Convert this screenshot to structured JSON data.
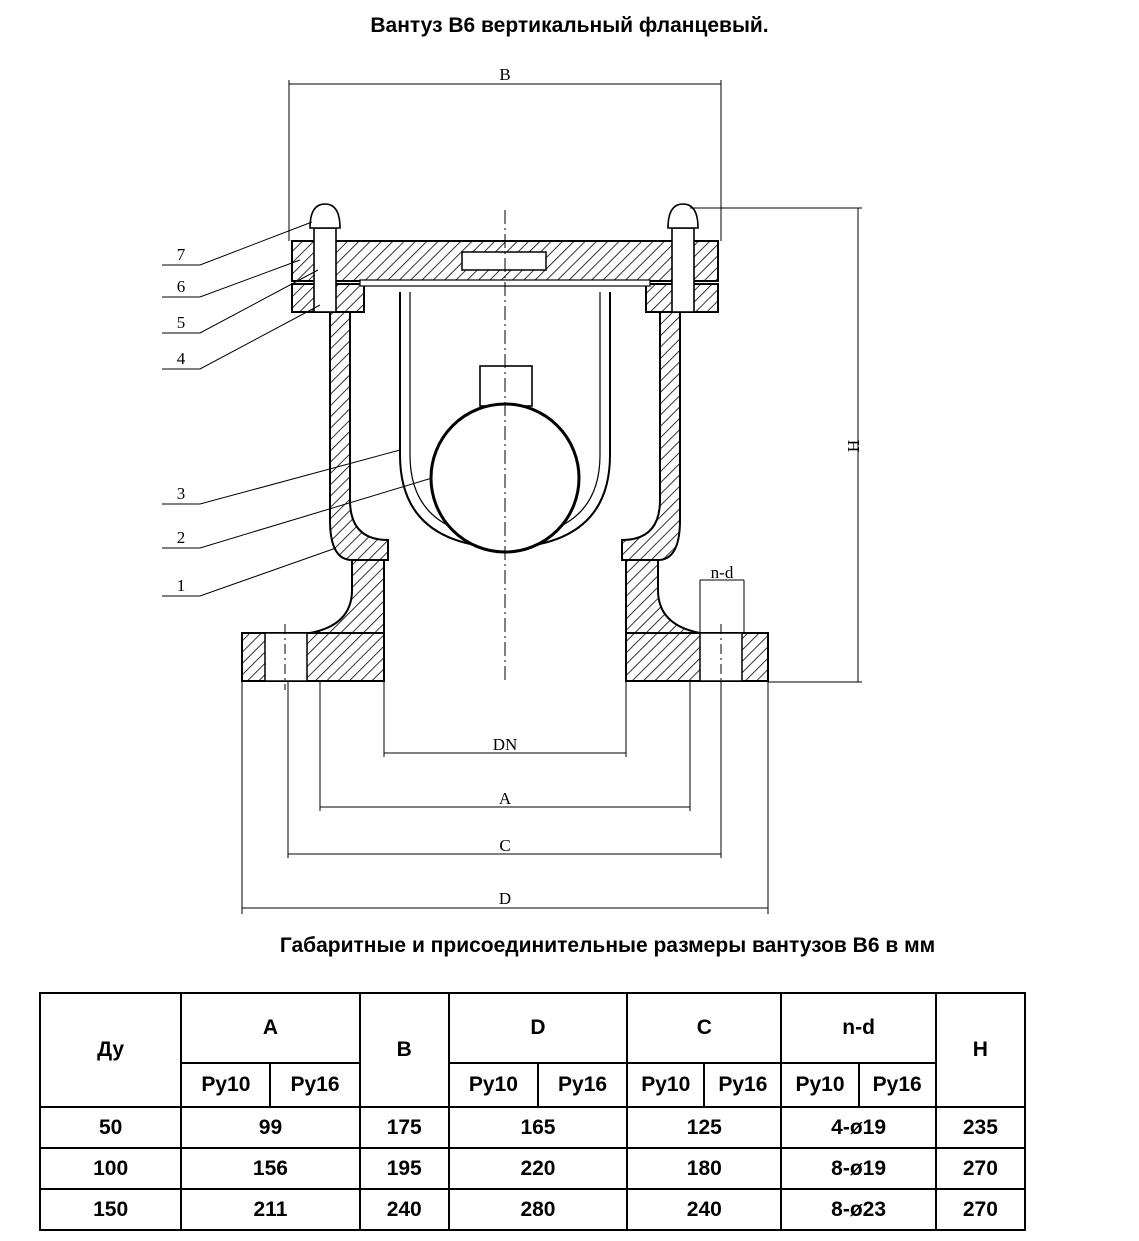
{
  "title": "Вантуз В6 вертикальный фланцевый.",
  "subtitle": "Габаритные и присоединительные размеры вантузов В6 в мм",
  "drawing": {
    "dimension_labels": {
      "B": "B",
      "H": "H",
      "DN": "DN",
      "A": "A",
      "C": "C",
      "D": "D",
      "nd": "n-d"
    },
    "callouts": [
      "7",
      "6",
      "5",
      "4",
      "3",
      "2",
      "1"
    ]
  },
  "table": {
    "headers": {
      "du": "Ду",
      "a": "A",
      "b": "B",
      "d": "D",
      "c": "C",
      "nd": "n-d",
      "h": "H"
    },
    "sub": {
      "py10": "Ру10",
      "py16": "Ру16"
    },
    "rows": [
      {
        "du": "50",
        "a": "99",
        "b": "175",
        "d": "165",
        "c": "125",
        "nd": "4-ø19",
        "h": "235"
      },
      {
        "du": "100",
        "a": "156",
        "b": "195",
        "d": "220",
        "c": "180",
        "nd": "8-ø19",
        "h": "270"
      },
      {
        "du": "150",
        "a": "211",
        "b": "240",
        "d": "280",
        "c": "240",
        "nd": "8-ø23",
        "h": "270"
      }
    ]
  }
}
